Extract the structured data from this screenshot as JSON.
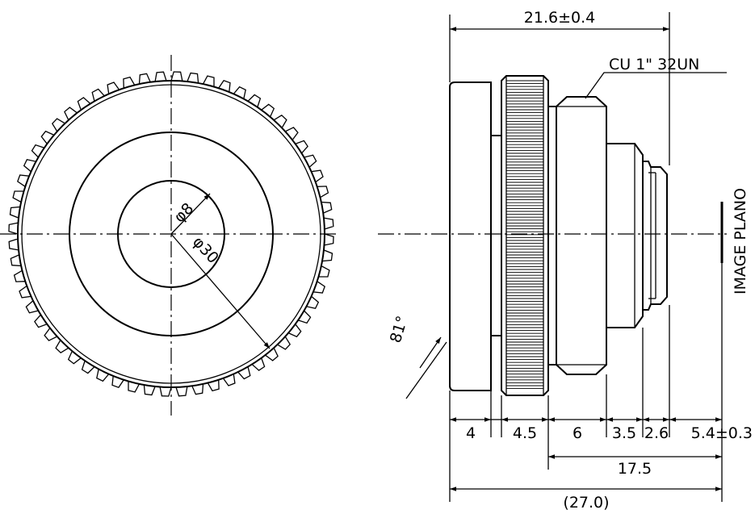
{
  "front_view": {
    "inner_diameter": "φ8",
    "outer_diameter": "φ30"
  },
  "side_view": {
    "overall_length": "21.6±0.4",
    "thread_spec": "CU  1\"  32UN",
    "image_plane": "IMAGE PLANO",
    "angle": "81°",
    "segments": [
      "4",
      "4.5",
      "6",
      "3.5",
      "2.6",
      "5.4±0.3"
    ],
    "flange_distance": "17.5",
    "total_length": "(27.0)"
  }
}
